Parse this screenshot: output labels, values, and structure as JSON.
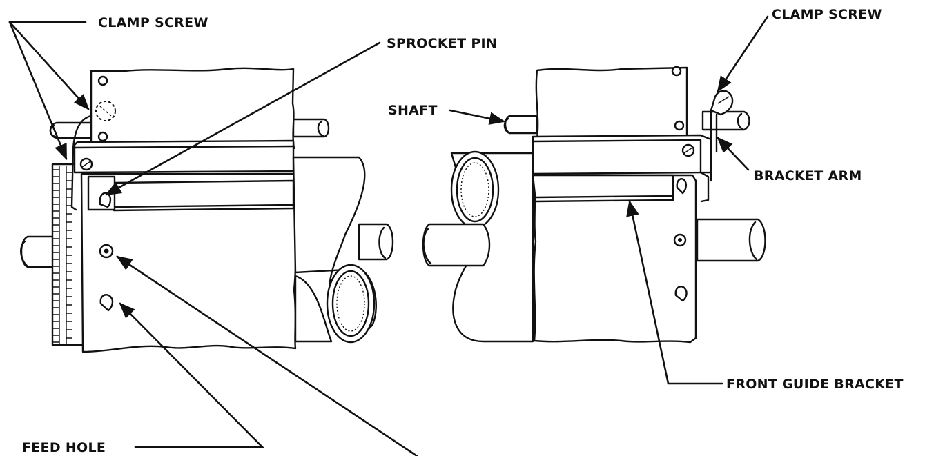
{
  "labels": {
    "clamp_screw_left": "CLAMP SCREW",
    "sprocket_pin": "SPROCKET PIN",
    "shaft": "SHAFT",
    "clamp_screw_right": "CLAMP SCREW",
    "bracket_arm": "BRACKET ARM",
    "front_guide_bracket": "FRONT GUIDE BRACKET",
    "feed_hole": "FEED HOLE"
  },
  "colors": {
    "ink": "#111111",
    "paper": "#ffffff"
  }
}
